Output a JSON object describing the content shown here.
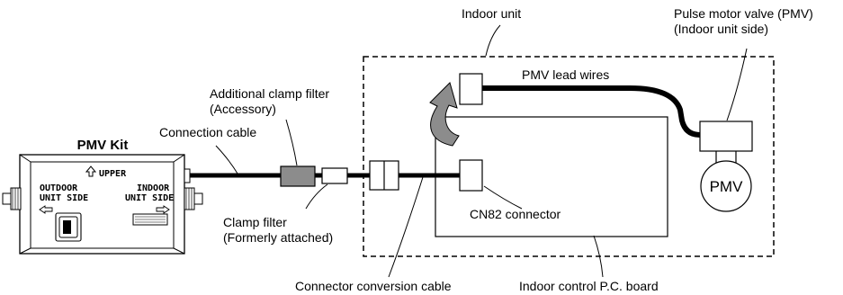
{
  "indoor_unit_label": "Indoor unit",
  "pmv_label": {
    "line1": "Pulse motor valve (PMV)",
    "line2": "(Indoor unit side)"
  },
  "pmv_lead_wires_label": "PMV lead wires",
  "additional_clamp_filter_label": {
    "line1": "Additional clamp filter",
    "line2": "(Accessory)"
  },
  "connection_cable_label": "Connection cable",
  "pmv_kit": {
    "title": "PMV Kit",
    "upper": "UPPER",
    "outdoor_line1": "OUTDOOR",
    "outdoor_line2": "UNIT SIDE",
    "indoor_line1": "INDOOR",
    "indoor_line2": "UNIT SIDE"
  },
  "clamp_filter_label": {
    "line1": "Clamp filter",
    "line2": "(Formerly attached)"
  },
  "cn82_label": "CN82 connector",
  "pmv_symbol": "PMV",
  "connector_conversion_cable_label": "Connector conversion cable",
  "indoor_pcb_label": "Indoor control P.C. board",
  "colors": {
    "line": "#000000",
    "filter_fill": "#8c8c8c",
    "arrow_fill": "#8c8c8c"
  }
}
